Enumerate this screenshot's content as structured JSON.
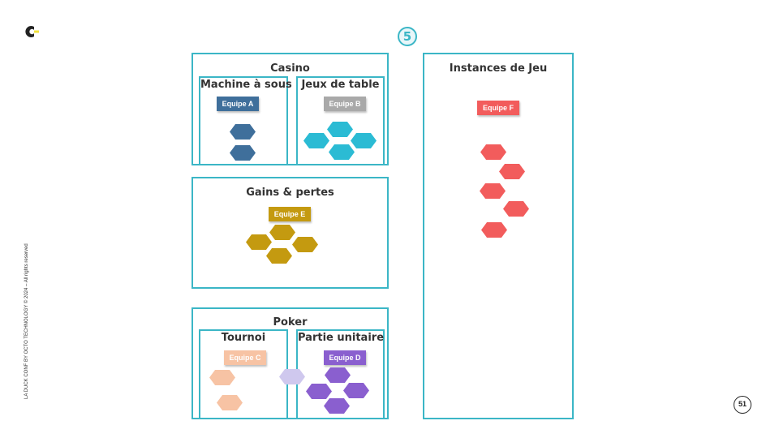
{
  "slide": {
    "step_number": "5",
    "page_number": "51",
    "footer_vertical": "LA DUCK CONF BY OCTO TECHNOLOGY © 2024 – All rights reserved"
  },
  "colors": {
    "border": "#3bb6c6",
    "team_a": "#3f6f9b",
    "team_b": "#a9a9a9",
    "team_b_hex": "#2bbbd4",
    "team_c": "#f7c3a4",
    "team_d": "#8a5fcf",
    "team_e": "#c49a10",
    "team_f": "#f25c5c"
  },
  "casino": {
    "title": "Casino",
    "machine": {
      "title": "Machine à sous",
      "team": "Equipe A"
    },
    "jeux": {
      "title": "Jeux de table",
      "team": "Equipe B"
    }
  },
  "gains": {
    "title": "Gains & pertes",
    "team": "Equipe E"
  },
  "poker": {
    "title": "Poker",
    "tournoi": {
      "title": "Tournoi",
      "team": "Equipe C"
    },
    "partie": {
      "title": "Partie unitaire",
      "team": "Equipe D"
    }
  },
  "instances": {
    "title": "Instances de Jeu",
    "team": "Equipe F"
  },
  "icons": {
    "logo": "octo-logo-icon",
    "step": "circled-number-icon",
    "page": "page-number-circle-icon"
  }
}
